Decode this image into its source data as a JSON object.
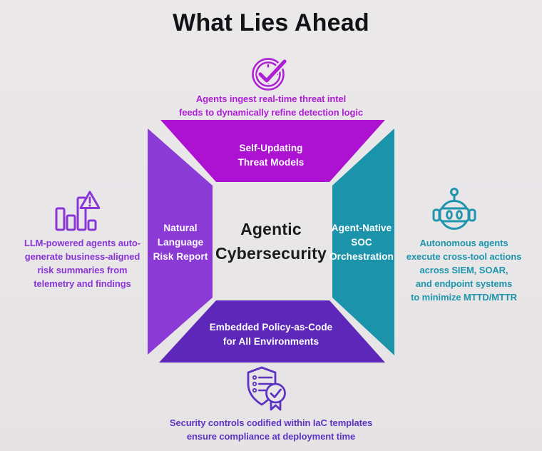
{
  "title": "What Lies Ahead",
  "center": {
    "label": "Agentic\nCybersecurity"
  },
  "quadrants": {
    "top": {
      "label": "Self-Updating\nThreat Models"
    },
    "left": {
      "label": "Natural\nLanguage\nRisk Report"
    },
    "right": {
      "label": "Agent-Native\nSOC\nOrchestration"
    },
    "bottom": {
      "label": "Embedded Policy-as-Code\nfor All Environments"
    }
  },
  "callouts": {
    "top": {
      "icon": "clock-check-icon",
      "text": "Agents ingest real-time threat intel\nfeeds to dynamically refine detection logic"
    },
    "left": {
      "icon": "bar-chart-alert-icon",
      "text": "LLM-powered agents auto-\ngenerate business-aligned\nrisk summaries from\ntelemetry and findings"
    },
    "right": {
      "icon": "robot-icon",
      "text": "Autonomous agents\nexecute cross-tool actions\nacross SIEM, SOAR,\nand endpoint systems\nto minimize MTTD/MTTR"
    },
    "bottom": {
      "icon": "shield-checklist-badge-icon",
      "text": "Security controls codified within IaC templates\nensure compliance at deployment time"
    }
  },
  "colors": {
    "bg": "#e8e6e7",
    "title-color": "#121317",
    "center-color": "#1c1c1e",
    "magenta": "#ae1ed4",
    "purple": "#8a35d6",
    "teal": "#1e95ac",
    "indigo": "#5d33c2",
    "quad-top": "#ad12d3",
    "quad-left": "#8c3ad6",
    "quad-right": "#1b94ab",
    "quad-bottom": "#5d28ba"
  }
}
